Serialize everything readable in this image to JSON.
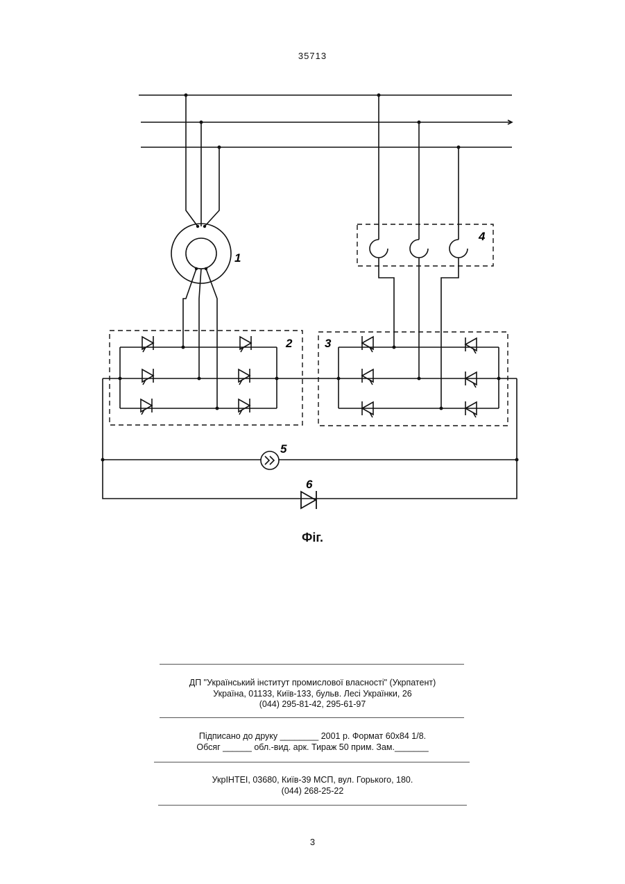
{
  "header": {
    "patent_number": "35713"
  },
  "figure": {
    "labels": [
      "1",
      "2",
      "3",
      "4",
      "5",
      "6"
    ],
    "caption": "Фіг."
  },
  "imprint": {
    "publisher_line1": "ДП \"Український інститут промислової власності\" (Укрпатент)",
    "publisher_line2": "Україна, 01133, Київ-133, бульв. Лесі Українки, 26",
    "publisher_line3": "(044) 295-81-42, 295-61-97",
    "print_line1": "Підписано до друку ________ 2001 р.    Формат 60х84 1/8.",
    "print_line2": "Обсяг ______ обл.-вид. арк.   Тираж 50 прим.    Зам._______",
    "printer_line1": "УкрІНТЕІ, 03680, Київ-39 МСП, вул. Горького, 180.",
    "printer_line2": "(044) 268-25-22"
  },
  "footer": {
    "page_number": "3"
  }
}
